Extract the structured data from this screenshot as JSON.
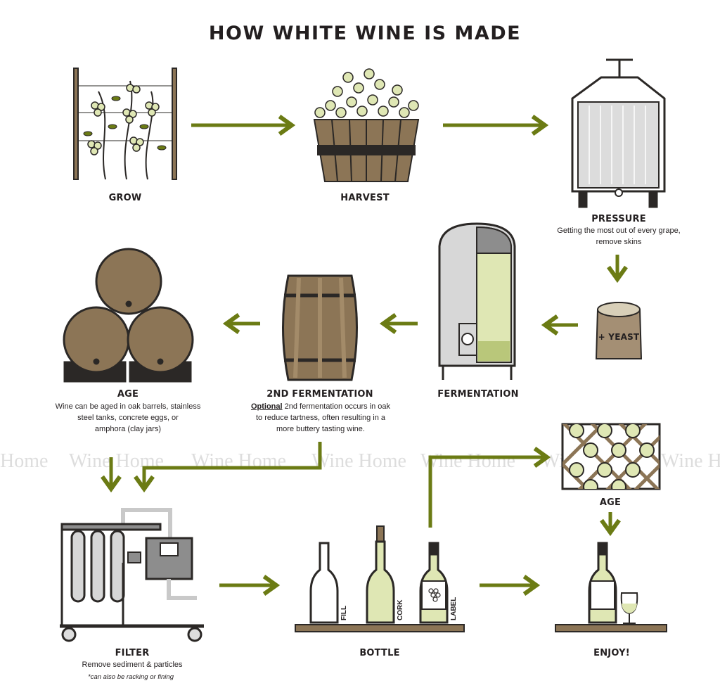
{
  "title": "HOW WHITE WINE IS MADE",
  "watermark": [
    "Home",
    "Wine Home",
    "Wine Home",
    "Wine Home",
    "Wine Home",
    "Wine Home",
    "Wine H"
  ],
  "colors": {
    "arrow": "#6b7b14",
    "wood": "#8c7556",
    "dark": "#2b2826",
    "wine": "#dfe7b4",
    "steel": "#c9c9c9"
  },
  "steps": {
    "grow": {
      "label": "GROW"
    },
    "harvest": {
      "label": "HARVEST"
    },
    "pressure": {
      "label": "PRESSURE",
      "desc": [
        "Getting the most out of every grape,",
        "remove skins"
      ]
    },
    "yeast": {
      "label": "+ YEAST"
    },
    "fermentation": {
      "label": "FERMENTATION"
    },
    "second_fermentation": {
      "label": "2ND FERMENTATION",
      "desc_emph": "Optional",
      "desc": [
        " 2nd fermentation occurs in oak",
        "to reduce tartness, often resulting in a",
        "more buttery tasting wine."
      ]
    },
    "age": {
      "label": "AGE",
      "desc": [
        "Wine can be aged in oak barrels, stainless",
        "steel tanks, concrete eggs, or",
        "amphora (clay jars)"
      ]
    },
    "filter": {
      "label": "FILTER",
      "desc": "Remove sediment & particles",
      "note": "*can also be racking or fining"
    },
    "bottle": {
      "label": "BOTTLE",
      "sub": [
        "FILL",
        "CORK",
        "LABEL"
      ]
    },
    "age2": {
      "label": "AGE"
    },
    "enjoy": {
      "label": "ENJOY!"
    }
  }
}
